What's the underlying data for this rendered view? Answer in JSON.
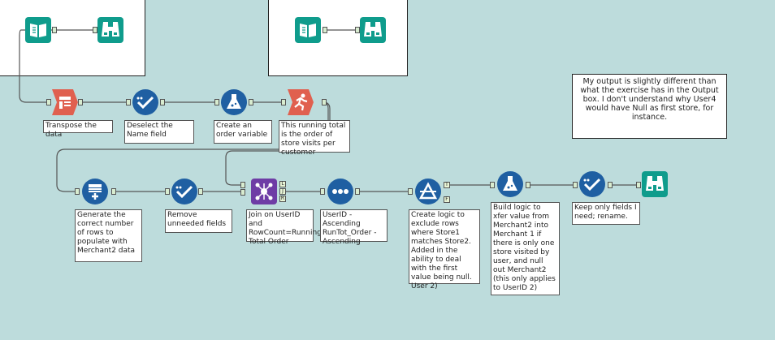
{
  "colors": {
    "background": "#bddcdc",
    "green_tool": "#0f9c8c",
    "blue_tool": "#1f5fa2",
    "red_tool": "#e0604f",
    "purple_tool": "#6e3ca5"
  },
  "tools": [
    {
      "name": "input-tool",
      "icon": "book-icon",
      "color": "green"
    },
    {
      "name": "browse-tool",
      "icon": "binoculars-icon",
      "color": "green"
    },
    {
      "name": "input-tool",
      "icon": "book-icon",
      "color": "green"
    },
    {
      "name": "browse-tool",
      "icon": "binoculars-icon",
      "color": "green"
    },
    {
      "name": "transpose-tool",
      "icon": "transpose-icon",
      "color": "red"
    },
    {
      "name": "select-tool",
      "icon": "checkmark-icon",
      "color": "blue"
    },
    {
      "name": "formula-tool",
      "icon": "flask-icon",
      "color": "blue"
    },
    {
      "name": "running-total-tool",
      "icon": "runner-icon",
      "color": "red"
    },
    {
      "name": "generate-rows-tool",
      "icon": "generate-rows-icon",
      "color": "blue"
    },
    {
      "name": "select-tool",
      "icon": "checkmark-icon",
      "color": "blue"
    },
    {
      "name": "join-tool",
      "icon": "join-icon",
      "color": "purple"
    },
    {
      "name": "sort-tool",
      "icon": "sort-icon",
      "color": "blue"
    },
    {
      "name": "filter-tool",
      "icon": "filter-icon",
      "color": "blue"
    },
    {
      "name": "formula-tool",
      "icon": "flask-icon",
      "color": "blue"
    },
    {
      "name": "select-tool",
      "icon": "checkmark-icon",
      "color": "blue"
    },
    {
      "name": "browse-tool",
      "icon": "binoculars-icon",
      "color": "green"
    }
  ],
  "annotations": {
    "transpose": "Transpose the data",
    "deselect": "Deselect the Name field",
    "order_variable": "Create an order variable",
    "running_total": "This running total is the order of store visits per customer",
    "generate_rows": "Generate the correct number of rows to populate with Merchant2 data",
    "remove_fields": "Remove unneeded fields",
    "join": "Join on UserID and RowCount=Running Total Order",
    "sort": "UserID - Ascending RunTot_Order - Ascending",
    "filter": "Create logic to exclude rows where Store1 matches Store2.  Added in the ability to deal with the first value being null. User 2)",
    "xfer_logic": "Build logic to xfer value from Merchant2 into Merchant 1 if there is only one store visited by user, and null out Merchant2 (this only applies to UserID 2)",
    "keep_fields": "Keep only fields I need; rename."
  },
  "comment_box": "My output is slightly different than what the exercise has in the Output box. I don't understand why User4 would have Null as first store, for instance.",
  "anchor_labels": {
    "join_left": "L",
    "join_inner": "J",
    "join_right": "R",
    "filter_true": "T",
    "filter_false": "F"
  }
}
